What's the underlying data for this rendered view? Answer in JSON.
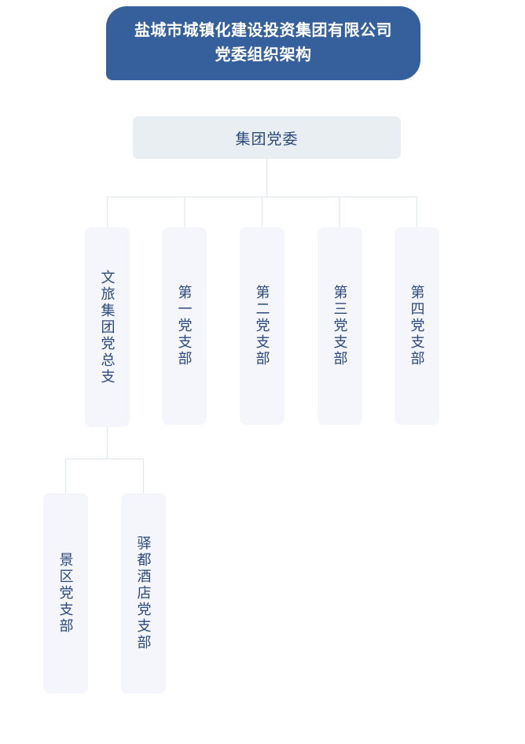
{
  "title": {
    "text": "盐城市城镇化建设投资集团有限公司\n党委组织架构",
    "background_color": "#35609b",
    "text_color": "#ffffff"
  },
  "colors": {
    "banner": "#35609b",
    "root_node_fill": "#e9eef3",
    "node_fill": "#f4f6fb",
    "node_text": "#2d4a7c",
    "connector": "#e3e7ee",
    "page_background": "#ffffff"
  },
  "chart_data": {
    "type": "diagram",
    "diagram_type": "org-chart",
    "orientation": "top-down",
    "title": "盐城市城镇化建设投资集团有限公司党委组织架构",
    "nodes": [
      {
        "id": "root",
        "label": "集团党委",
        "level": 0,
        "text_orientation": "horizontal"
      },
      {
        "id": "n1",
        "label": "文旅集团党总支",
        "level": 1,
        "text_orientation": "vertical"
      },
      {
        "id": "n2",
        "label": "第一党支部",
        "level": 1,
        "text_orientation": "vertical"
      },
      {
        "id": "n3",
        "label": "第二党支部",
        "level": 1,
        "text_orientation": "vertical"
      },
      {
        "id": "n4",
        "label": "第三党支部",
        "level": 1,
        "text_orientation": "vertical"
      },
      {
        "id": "n5",
        "label": "第四党支部",
        "level": 1,
        "text_orientation": "vertical"
      },
      {
        "id": "n6",
        "label": "景区党支部",
        "level": 2,
        "text_orientation": "vertical"
      },
      {
        "id": "n7",
        "label": "驿都酒店党支部",
        "level": 2,
        "text_orientation": "vertical"
      }
    ],
    "edges": [
      {
        "from": "root",
        "to": "n1"
      },
      {
        "from": "root",
        "to": "n2"
      },
      {
        "from": "root",
        "to": "n3"
      },
      {
        "from": "root",
        "to": "n4"
      },
      {
        "from": "root",
        "to": "n5"
      },
      {
        "from": "n1",
        "to": "n6"
      },
      {
        "from": "n1",
        "to": "n7"
      }
    ]
  },
  "nodes": {
    "root": {
      "label": "集团党委"
    },
    "branch_1": {
      "label": "文旅集团党总支"
    },
    "branch_2": {
      "label": "第一党支部"
    },
    "branch_3": {
      "label": "第二党支部"
    },
    "branch_4": {
      "label": "第三党支部"
    },
    "branch_5": {
      "label": "第四党支部"
    },
    "sub_1": {
      "label": "景区党支部"
    },
    "sub_2": {
      "label": "驿都酒店党支部"
    }
  }
}
